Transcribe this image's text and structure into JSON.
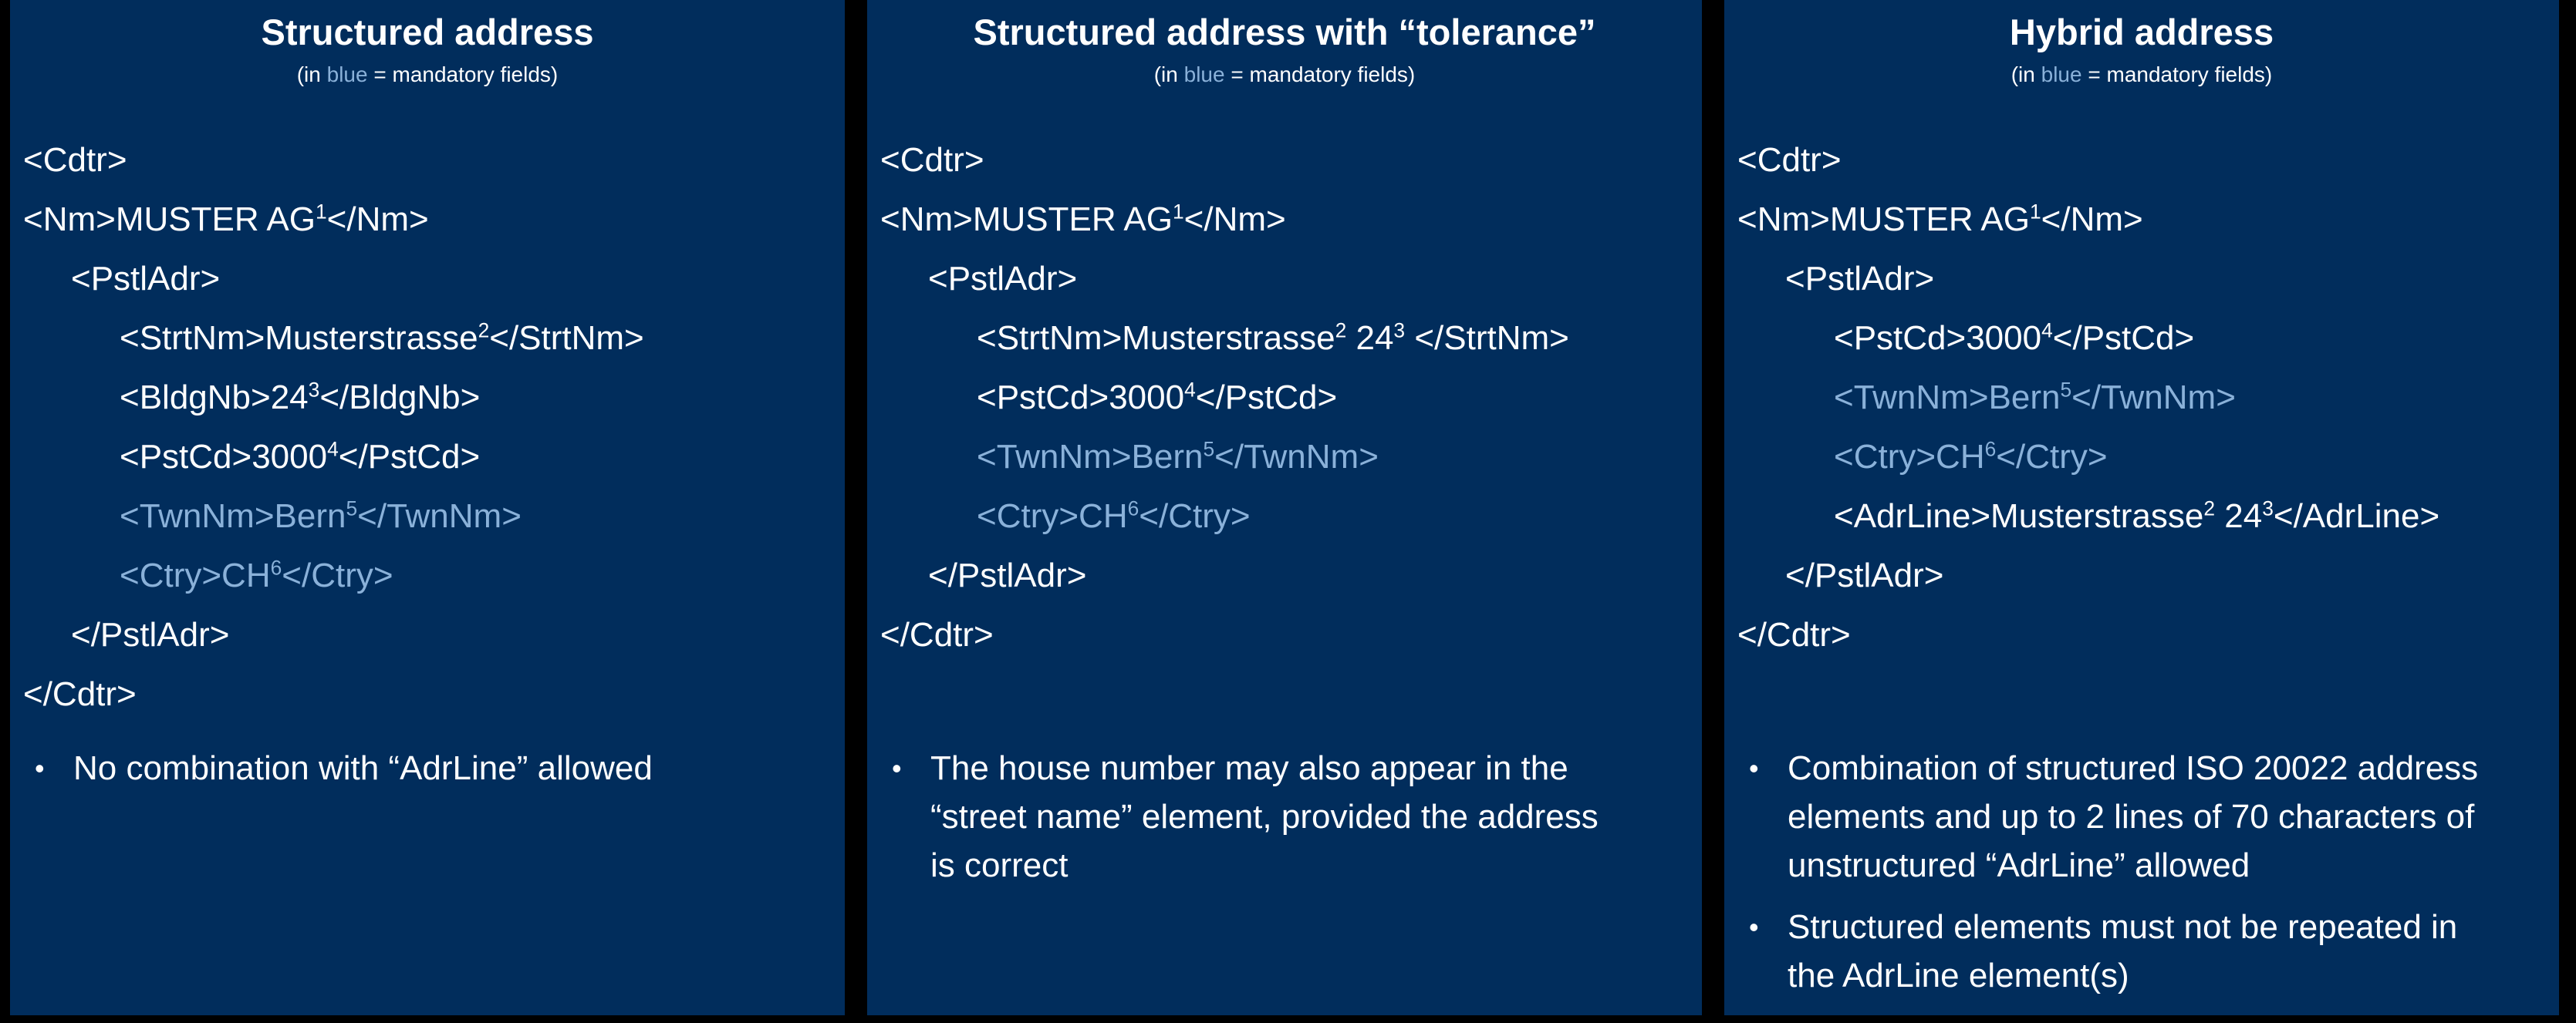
{
  "colors": {
    "background": "#000000",
    "panel_bg": "#012d5c",
    "text": "#ffffff",
    "mandatory_blue": "#8ab1d9"
  },
  "glyphs": {
    "bullet": "•"
  },
  "subtitle": {
    "prefix": "(in ",
    "highlight": "blue",
    "suffix": " = mandatory fields)"
  },
  "panels": [
    {
      "title": "Structured address",
      "code": [
        {
          "indent": 0,
          "mandatory": false,
          "segments": [
            {
              "text": "<Cdtr>"
            }
          ]
        },
        {
          "indent": 0,
          "mandatory": false,
          "segments": [
            {
              "text": "<Nm>MUSTER AG"
            },
            {
              "sup": "1"
            },
            {
              "text": "</Nm>"
            }
          ]
        },
        {
          "indent": 1,
          "mandatory": false,
          "segments": [
            {
              "text": "<PstlAdr>"
            }
          ]
        },
        {
          "indent": 2,
          "mandatory": false,
          "segments": [
            {
              "text": "<StrtNm>Musterstrasse"
            },
            {
              "sup": "2"
            },
            {
              "text": "</StrtNm>"
            }
          ]
        },
        {
          "indent": 2,
          "mandatory": false,
          "segments": [
            {
              "text": "<BldgNb>24"
            },
            {
              "sup": "3"
            },
            {
              "text": "</BldgNb>"
            }
          ]
        },
        {
          "indent": 2,
          "mandatory": false,
          "segments": [
            {
              "text": "<PstCd>3000"
            },
            {
              "sup": "4"
            },
            {
              "text": "</PstCd>"
            }
          ]
        },
        {
          "indent": 2,
          "mandatory": true,
          "segments": [
            {
              "text": "<TwnNm>Bern"
            },
            {
              "sup": "5"
            },
            {
              "text": "</TwnNm>"
            }
          ]
        },
        {
          "indent": 2,
          "mandatory": true,
          "segments": [
            {
              "text": "<Ctry>CH"
            },
            {
              "sup": "6"
            },
            {
              "text": "</Ctry>"
            }
          ]
        },
        {
          "indent": 1,
          "mandatory": false,
          "segments": [
            {
              "text": "</PstlAdr>"
            }
          ]
        },
        {
          "indent": 0,
          "mandatory": false,
          "segments": [
            {
              "text": "</Cdtr>"
            }
          ]
        }
      ],
      "bullets": [
        "No combination with “AdrLine” allowed"
      ]
    },
    {
      "title": "Structured address with “tolerance”",
      "code": [
        {
          "indent": 0,
          "mandatory": false,
          "segments": [
            {
              "text": "<Cdtr>"
            }
          ]
        },
        {
          "indent": 0,
          "mandatory": false,
          "segments": [
            {
              "text": "<Nm>MUSTER AG"
            },
            {
              "sup": "1"
            },
            {
              "text": "</Nm>"
            }
          ]
        },
        {
          "indent": 1,
          "mandatory": false,
          "segments": [
            {
              "text": "<PstlAdr>"
            }
          ]
        },
        {
          "indent": 2,
          "mandatory": false,
          "segments": [
            {
              "text": "<StrtNm>Musterstrasse"
            },
            {
              "sup": "2"
            },
            {
              "text": " 24"
            },
            {
              "sup": "3"
            },
            {
              "text": " </StrtNm>"
            }
          ]
        },
        {
          "indent": 2,
          "mandatory": false,
          "segments": [
            {
              "text": "<PstCd>3000"
            },
            {
              "sup": "4"
            },
            {
              "text": "</PstCd>"
            }
          ]
        },
        {
          "indent": 2,
          "mandatory": true,
          "segments": [
            {
              "text": "<TwnNm>Bern"
            },
            {
              "sup": "5"
            },
            {
              "text": "</TwnNm>"
            }
          ]
        },
        {
          "indent": 2,
          "mandatory": true,
          "segments": [
            {
              "text": "<Ctry>CH"
            },
            {
              "sup": "6"
            },
            {
              "text": "</Ctry>"
            }
          ]
        },
        {
          "indent": 1,
          "mandatory": false,
          "segments": [
            {
              "text": "</PstlAdr>"
            }
          ]
        },
        {
          "indent": 0,
          "mandatory": false,
          "segments": [
            {
              "text": "</Cdtr>"
            }
          ]
        }
      ],
      "bullets": [
        "The house number may also appear in the\n“street name” element, provided the address\nis correct"
      ]
    },
    {
      "title": "Hybrid address",
      "code": [
        {
          "indent": 0,
          "mandatory": false,
          "segments": [
            {
              "text": "<Cdtr>"
            }
          ]
        },
        {
          "indent": 0,
          "mandatory": false,
          "segments": [
            {
              "text": "<Nm>MUSTER AG"
            },
            {
              "sup": "1"
            },
            {
              "text": "</Nm>"
            }
          ]
        },
        {
          "indent": 1,
          "mandatory": false,
          "segments": [
            {
              "text": "<PstlAdr>"
            }
          ]
        },
        {
          "indent": 2,
          "mandatory": false,
          "segments": [
            {
              "text": "<PstCd>3000"
            },
            {
              "sup": "4"
            },
            {
              "text": "</PstCd>"
            }
          ]
        },
        {
          "indent": 2,
          "mandatory": true,
          "segments": [
            {
              "text": "<TwnNm>Bern"
            },
            {
              "sup": "5"
            },
            {
              "text": "</TwnNm>"
            }
          ]
        },
        {
          "indent": 2,
          "mandatory": true,
          "segments": [
            {
              "text": "<Ctry>CH"
            },
            {
              "sup": "6"
            },
            {
              "text": "</Ctry>"
            }
          ]
        },
        {
          "indent": 2,
          "mandatory": false,
          "segments": [
            {
              "text": "<AdrLine>Musterstrasse"
            },
            {
              "sup": "2"
            },
            {
              "text": " 24"
            },
            {
              "sup": "3"
            },
            {
              "text": "</AdrLine>"
            }
          ]
        },
        {
          "indent": 1,
          "mandatory": false,
          "segments": [
            {
              "text": "</PstlAdr>"
            }
          ]
        },
        {
          "indent": 0,
          "mandatory": false,
          "segments": [
            {
              "text": "</Cdtr>"
            }
          ]
        }
      ],
      "bullets": [
        "Combination of structured ISO 20022 address\nelements and up to 2 lines of 70 characters of\nunstructured “AdrLine” allowed",
        "Structured elements must not be repeated in\nthe AdrLine element(s)"
      ]
    }
  ]
}
